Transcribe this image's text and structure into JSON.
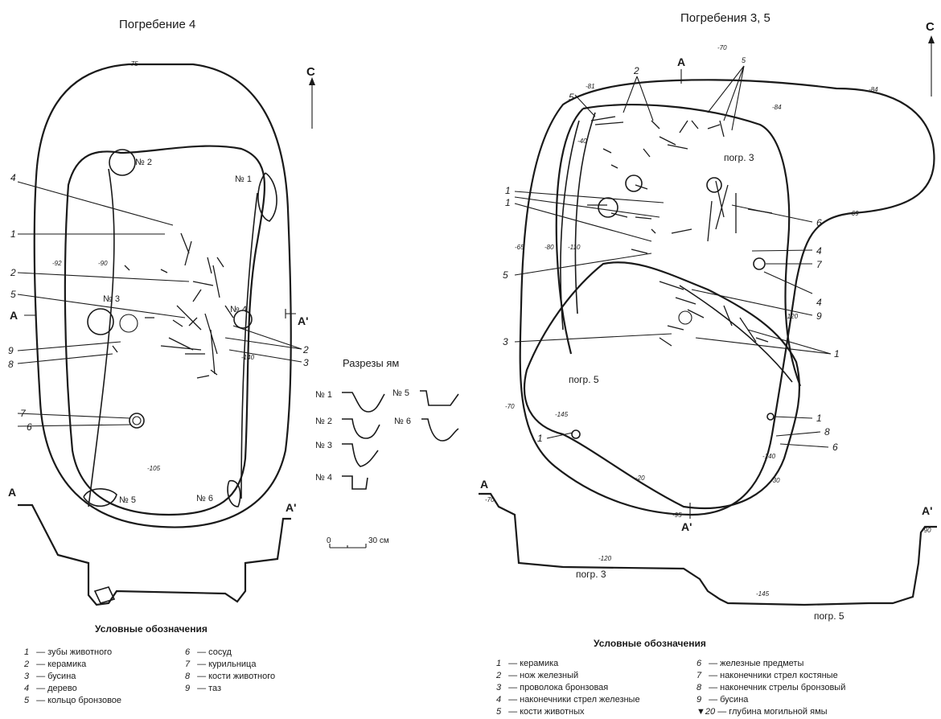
{
  "left": {
    "title": "Погребение 4",
    "north": "С",
    "section_a": "А",
    "section_a_prime": "А'",
    "pits": [
      "№ 1",
      "№ 2",
      "№ 3",
      "№ 4",
      "№ 5",
      "№ 6"
    ],
    "depths": [
      "-75",
      "-92",
      "-90",
      "-140",
      "-105"
    ],
    "callouts": [
      "1",
      "2",
      "3",
      "4",
      "5",
      "6",
      "7",
      "8",
      "9",
      "2",
      "3"
    ],
    "legend_title": "Условные обозначения",
    "legend_col1": [
      {
        "num": "1",
        "text": "— зубы животного"
      },
      {
        "num": "2",
        "text": "— керамика"
      },
      {
        "num": "3",
        "text": "— бусина"
      },
      {
        "num": "4",
        "text": "— дерево"
      },
      {
        "num": "5",
        "text": "— кольцо бронзовое"
      }
    ],
    "legend_col2": [
      {
        "num": "6",
        "text": "— сосуд"
      },
      {
        "num": "7",
        "text": "— курильница"
      },
      {
        "num": "8",
        "text": "— кости животного"
      },
      {
        "num": "9",
        "text": "— таз"
      }
    ]
  },
  "sections": {
    "title": "Разрезы ям",
    "labels": [
      "№ 1",
      "№ 2",
      "№ 3",
      "№ 4",
      "№ 5",
      "№ 6"
    ],
    "scale_start": "0",
    "scale_end": "30 см"
  },
  "right": {
    "title": "Погребения 3, 5",
    "north": "С",
    "section_a": "А",
    "section_a_prime": "А'",
    "burial_3": "погр. 3",
    "burial_5": "погр. 5",
    "depths": [
      "-70",
      "-81",
      "-84",
      "-84",
      "-40",
      "-69",
      "-65",
      "-80",
      "-110",
      "-120",
      "-70",
      "-145",
      "-140",
      "-30",
      "-20",
      "-95",
      "-70",
      "-90",
      "-120",
      "-145"
    ],
    "callouts_left": [
      "5",
      "2",
      "5",
      "1",
      "1",
      "5",
      "3",
      "1"
    ],
    "callouts_right": [
      "6",
      "4",
      "7",
      "4",
      "9",
      "1",
      "1",
      "8",
      "6"
    ],
    "legend_title": "Условные обозначения",
    "legend_col1": [
      {
        "num": "1",
        "text": "— керамика"
      },
      {
        "num": "2",
        "text": "— нож железный"
      },
      {
        "num": "3",
        "text": "— проволока бронзовая"
      },
      {
        "num": "4",
        "text": "— наконечники стрел железные"
      },
      {
        "num": "5",
        "text": "— кости животных"
      }
    ],
    "legend_col2": [
      {
        "num": "6",
        "text": "— железные предметы"
      },
      {
        "num": "7",
        "text": "— наконечники стрел костяные"
      },
      {
        "num": "8",
        "text": "— наконечник стрелы бронзовый"
      },
      {
        "num": "9",
        "text": "— бусина"
      },
      {
        "num": "▼20",
        "text": "— глубина могильной ямы"
      }
    ]
  }
}
